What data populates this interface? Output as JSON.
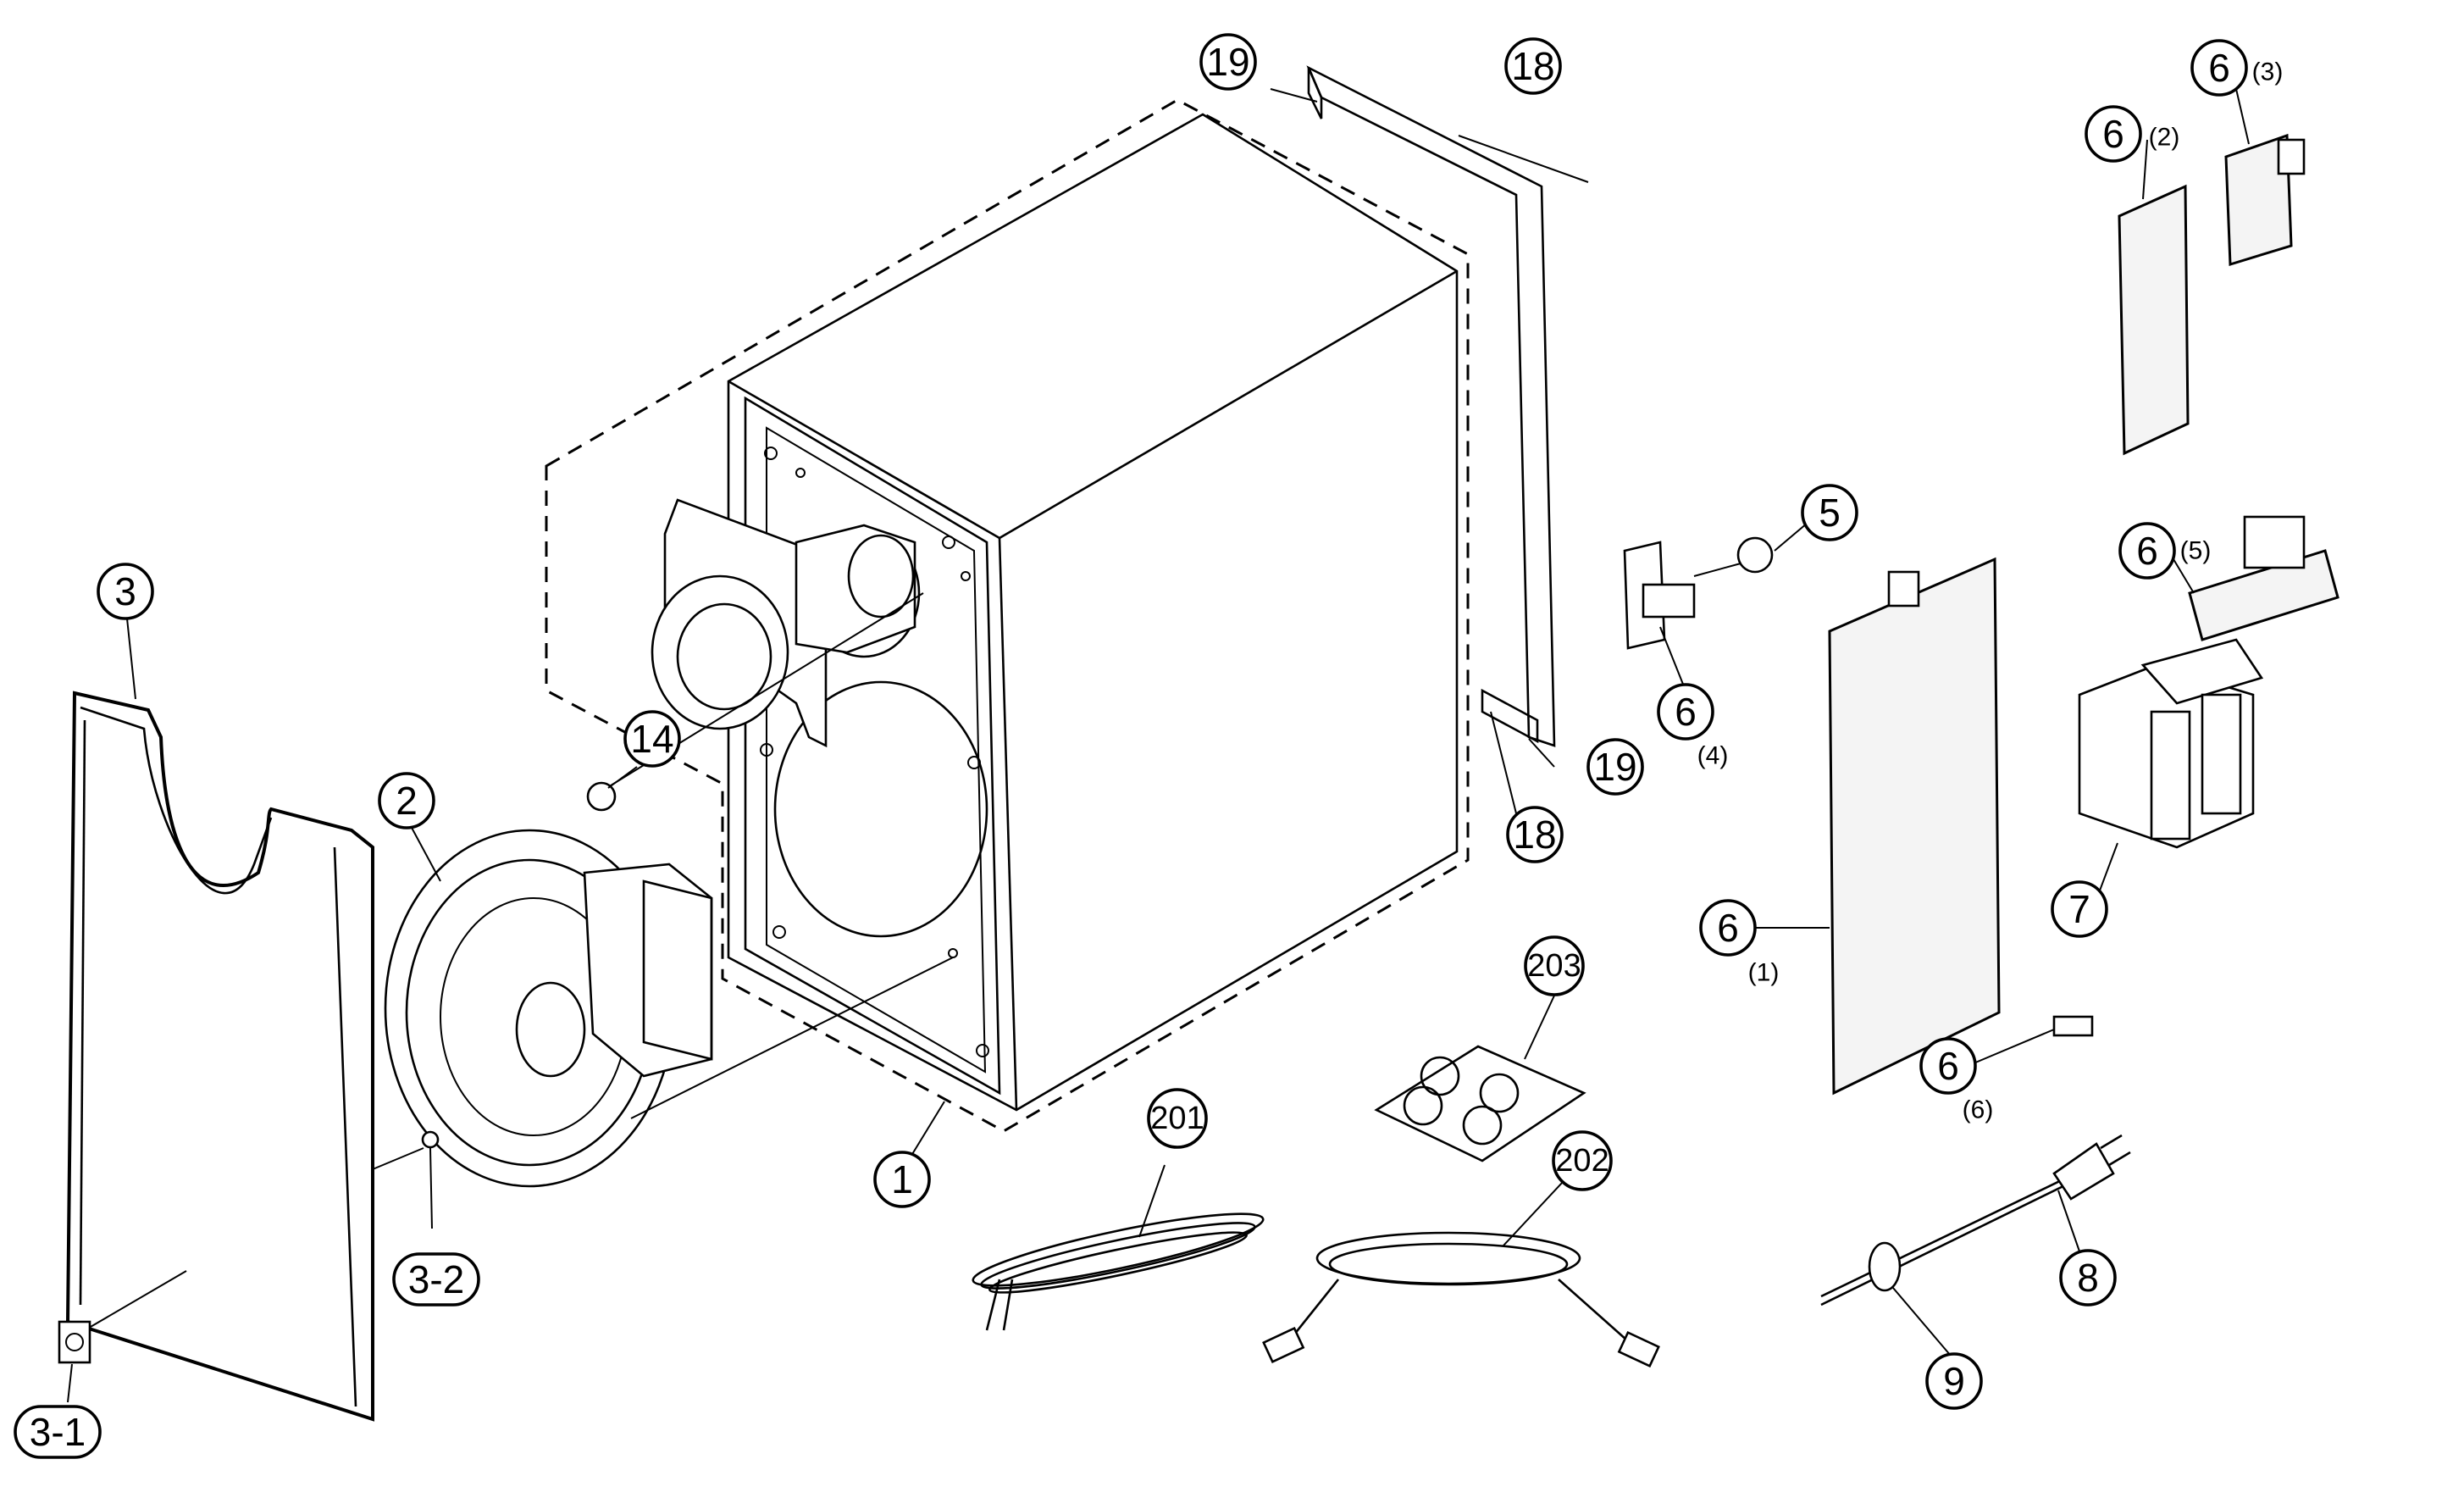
{
  "callouts": {
    "c1": "1",
    "c2": "2",
    "c3": "3",
    "c3_1": "3-1",
    "c3_2": "3-2",
    "c5": "5",
    "c6_1": "6",
    "c6_2": "6",
    "c6_3": "6",
    "c6_4": "6",
    "c6_5": "6",
    "c6_6": "6",
    "c7": "7",
    "c8": "8",
    "c9": "9",
    "c14": "14",
    "c18_a": "18",
    "c18_b": "18",
    "c19_a": "19",
    "c19_b": "19",
    "c201": "201",
    "c202": "202",
    "c203": "203"
  },
  "sublabels": {
    "s1": "(1)",
    "s2": "(2)",
    "s3": "(3)",
    "s4": "(4)",
    "s5": "(5)",
    "s6": "(6)"
  }
}
